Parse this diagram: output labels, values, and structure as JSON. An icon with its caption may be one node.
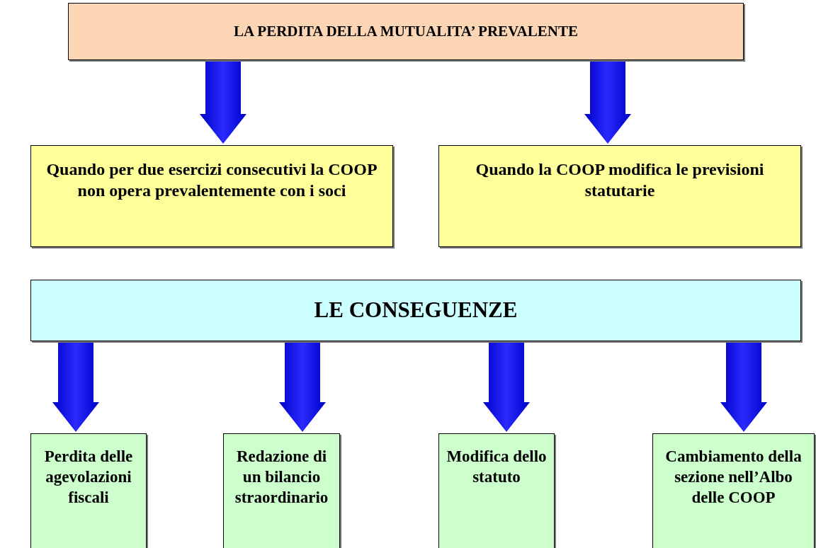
{
  "diagram": {
    "nodes": [
      {
        "text": [
          "LA PERDITA DELLA MUTUALITA’ PREVALENTE"
        ]
      },
      {
        "text": [
          "Quando per due esercizi consecutivi la COOP non opera prevalentemente con i soci"
        ]
      },
      {
        "text": [
          "Quando la COOP modifica le previsioni statutarie"
        ]
      },
      {
        "text": [
          "LE CONSEGUENZE"
        ]
      },
      {
        "text": [
          "Perdita delle agevolazioni fiscali"
        ]
      },
      {
        "text": [
          "Redazione di un bilancio straordinario"
        ]
      },
      {
        "text": [
          "Modifica dello statuto"
        ]
      },
      {
        "text": [
          "Cambiamento della sezione nell’Albo delle COOP"
        ]
      }
    ],
    "edges": [
      {
        "from": 0,
        "to": 1,
        "arrow": "to"
      },
      {
        "from": 0,
        "to": 2,
        "arrow": "to"
      },
      {
        "from": 3,
        "to": 4,
        "arrow": "to"
      },
      {
        "from": 3,
        "to": 5,
        "arrow": "to"
      },
      {
        "from": 3,
        "to": 6,
        "arrow": "to"
      },
      {
        "from": 3,
        "to": 7,
        "arrow": "to"
      }
    ]
  }
}
